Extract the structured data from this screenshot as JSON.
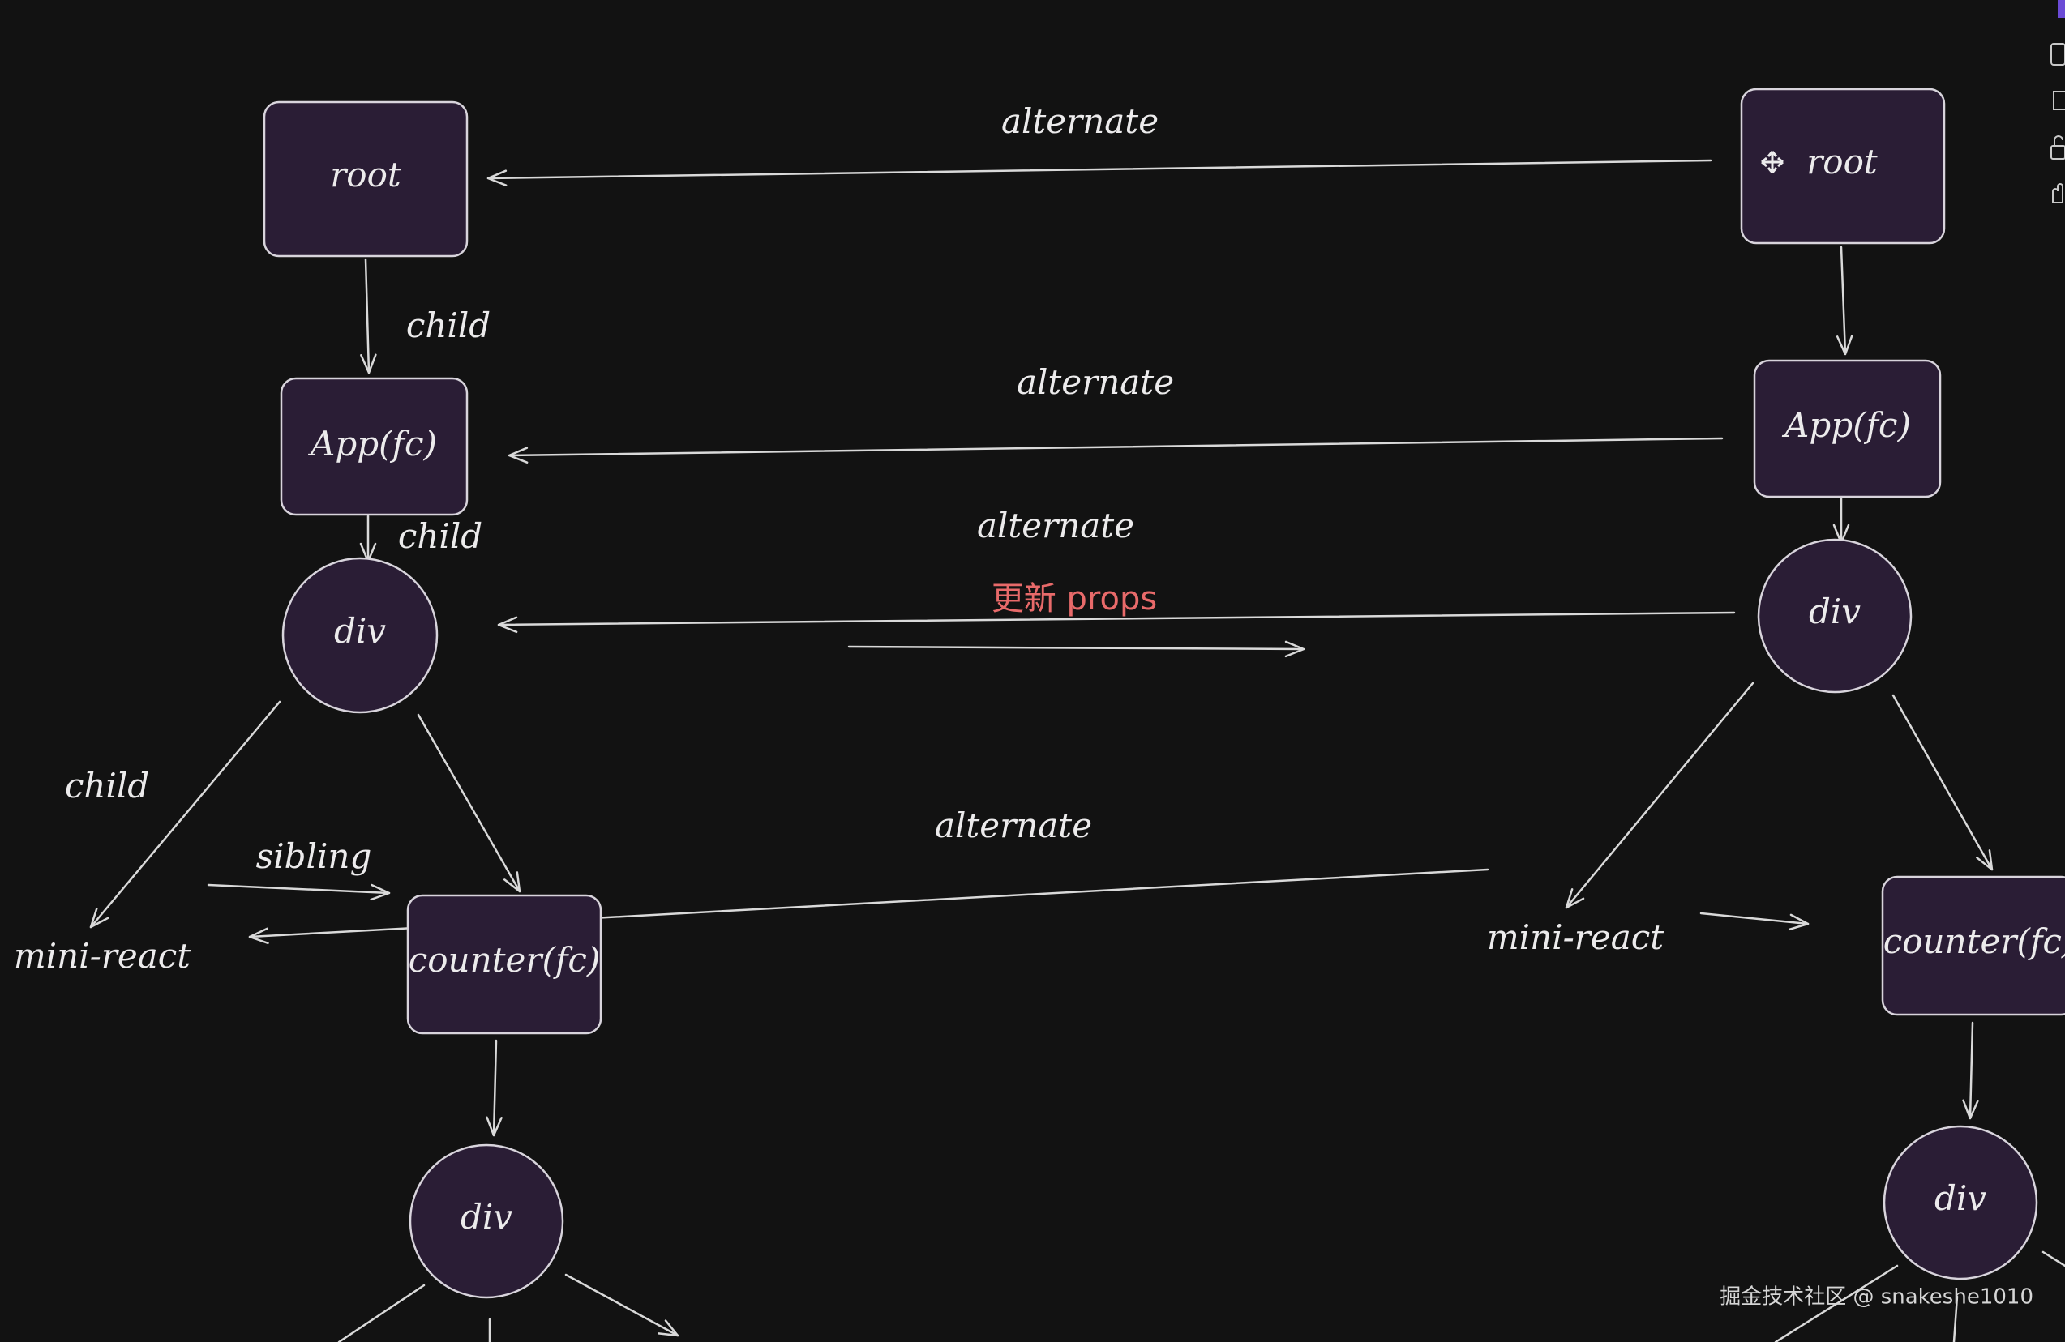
{
  "nodes": {
    "left_root": "root",
    "left_app": "App(fc)",
    "left_div": "div",
    "left_minireact": "mini-react",
    "left_counter": "counter(fc)",
    "left_div2": "div",
    "right_root": "root",
    "right_app": "App(fc)",
    "right_div": "div",
    "right_minireact": "mini-react",
    "right_counter": "counter(fc)",
    "right_div2": "div"
  },
  "edges": {
    "alternate_1": "alternate",
    "alternate_2": "alternate",
    "alternate_3": "alternate",
    "alternate_4": "alternate",
    "child_1": "child",
    "child_2": "child",
    "child_3": "child",
    "sibling": "sibling",
    "update_props": "更新 props"
  },
  "icons": {
    "move": "move-icon",
    "toolbar": [
      "toolbar-icon-1",
      "toolbar-icon-2",
      "toolbar-icon-3",
      "toolbar-icon-4"
    ]
  },
  "watermark": "掘金技术社区 @ snakeshe1010",
  "colors": {
    "background": "#121212",
    "node_fill": "#2a1d35",
    "stroke": "#d8d4dc",
    "update_label": "#e86a6a"
  }
}
